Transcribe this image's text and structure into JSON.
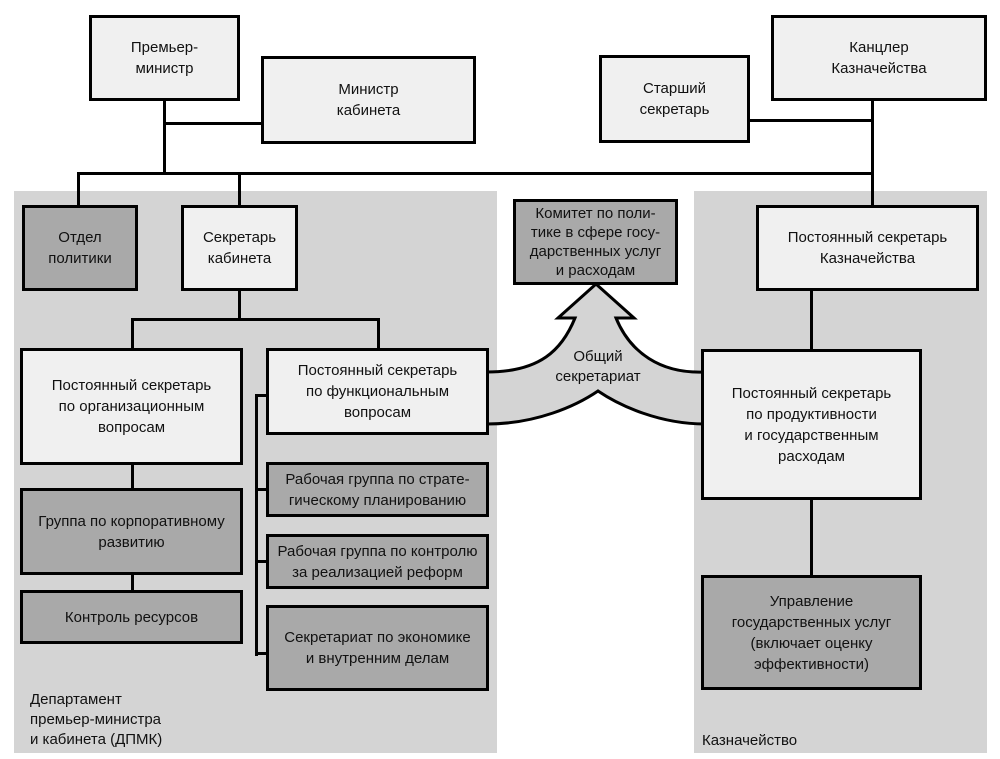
{
  "nodes": {
    "prime_minister": "Премьер-\nминистр",
    "cabinet_minister": "Министр\nкабинета",
    "senior_secretary": "Старший\nсекретарь",
    "chancellor": "Канцлер\nКазначейства",
    "policy_unit": "Отдел\nполитики",
    "cabinet_secretary": "Секретарь\nкабинета",
    "committee": "Комитет по поли-\nтике в сфере госу-\nдарственных услуг\nи расходам",
    "treasury_perm_sec": "Постоянный секретарь\nКазначейства",
    "org_perm_sec": "Постоянный секретарь\nпо организационным\nвопросам",
    "func_perm_sec": "Постоянный секретарь\nпо функциональным\nвопросам",
    "productivity_perm_sec": "Постоянный секретарь\nпо продуктивности\nи государственным\nрасходам",
    "corporate_dev_group": "Группа по корпоративному\nразвитию",
    "resource_control": "Контроль ресурсов",
    "strategic_planning_wg": "Рабочая группа по страте-\nгическому планированию",
    "reform_control_wg": "Рабочая группа по контролю\nза реализацией реформ",
    "economy_secretariat": "Секретариат по экономике\nи внутренним делам",
    "public_services_mgmt": "Управление\nгосударственных услуг\n(включает оценку\nэффективности)"
  },
  "shared_secretariat": "Общий\nсекретариат",
  "regions": {
    "dpmk": "Департамент\nпремьер-министра\nи кабинета (ДПМК)",
    "treasury": "Казначейство"
  },
  "colors": {
    "region_fill": "#d4d4d4",
    "light_box": "#f0f0f0",
    "dark_box": "#a9a9a9",
    "line": "#000000"
  }
}
